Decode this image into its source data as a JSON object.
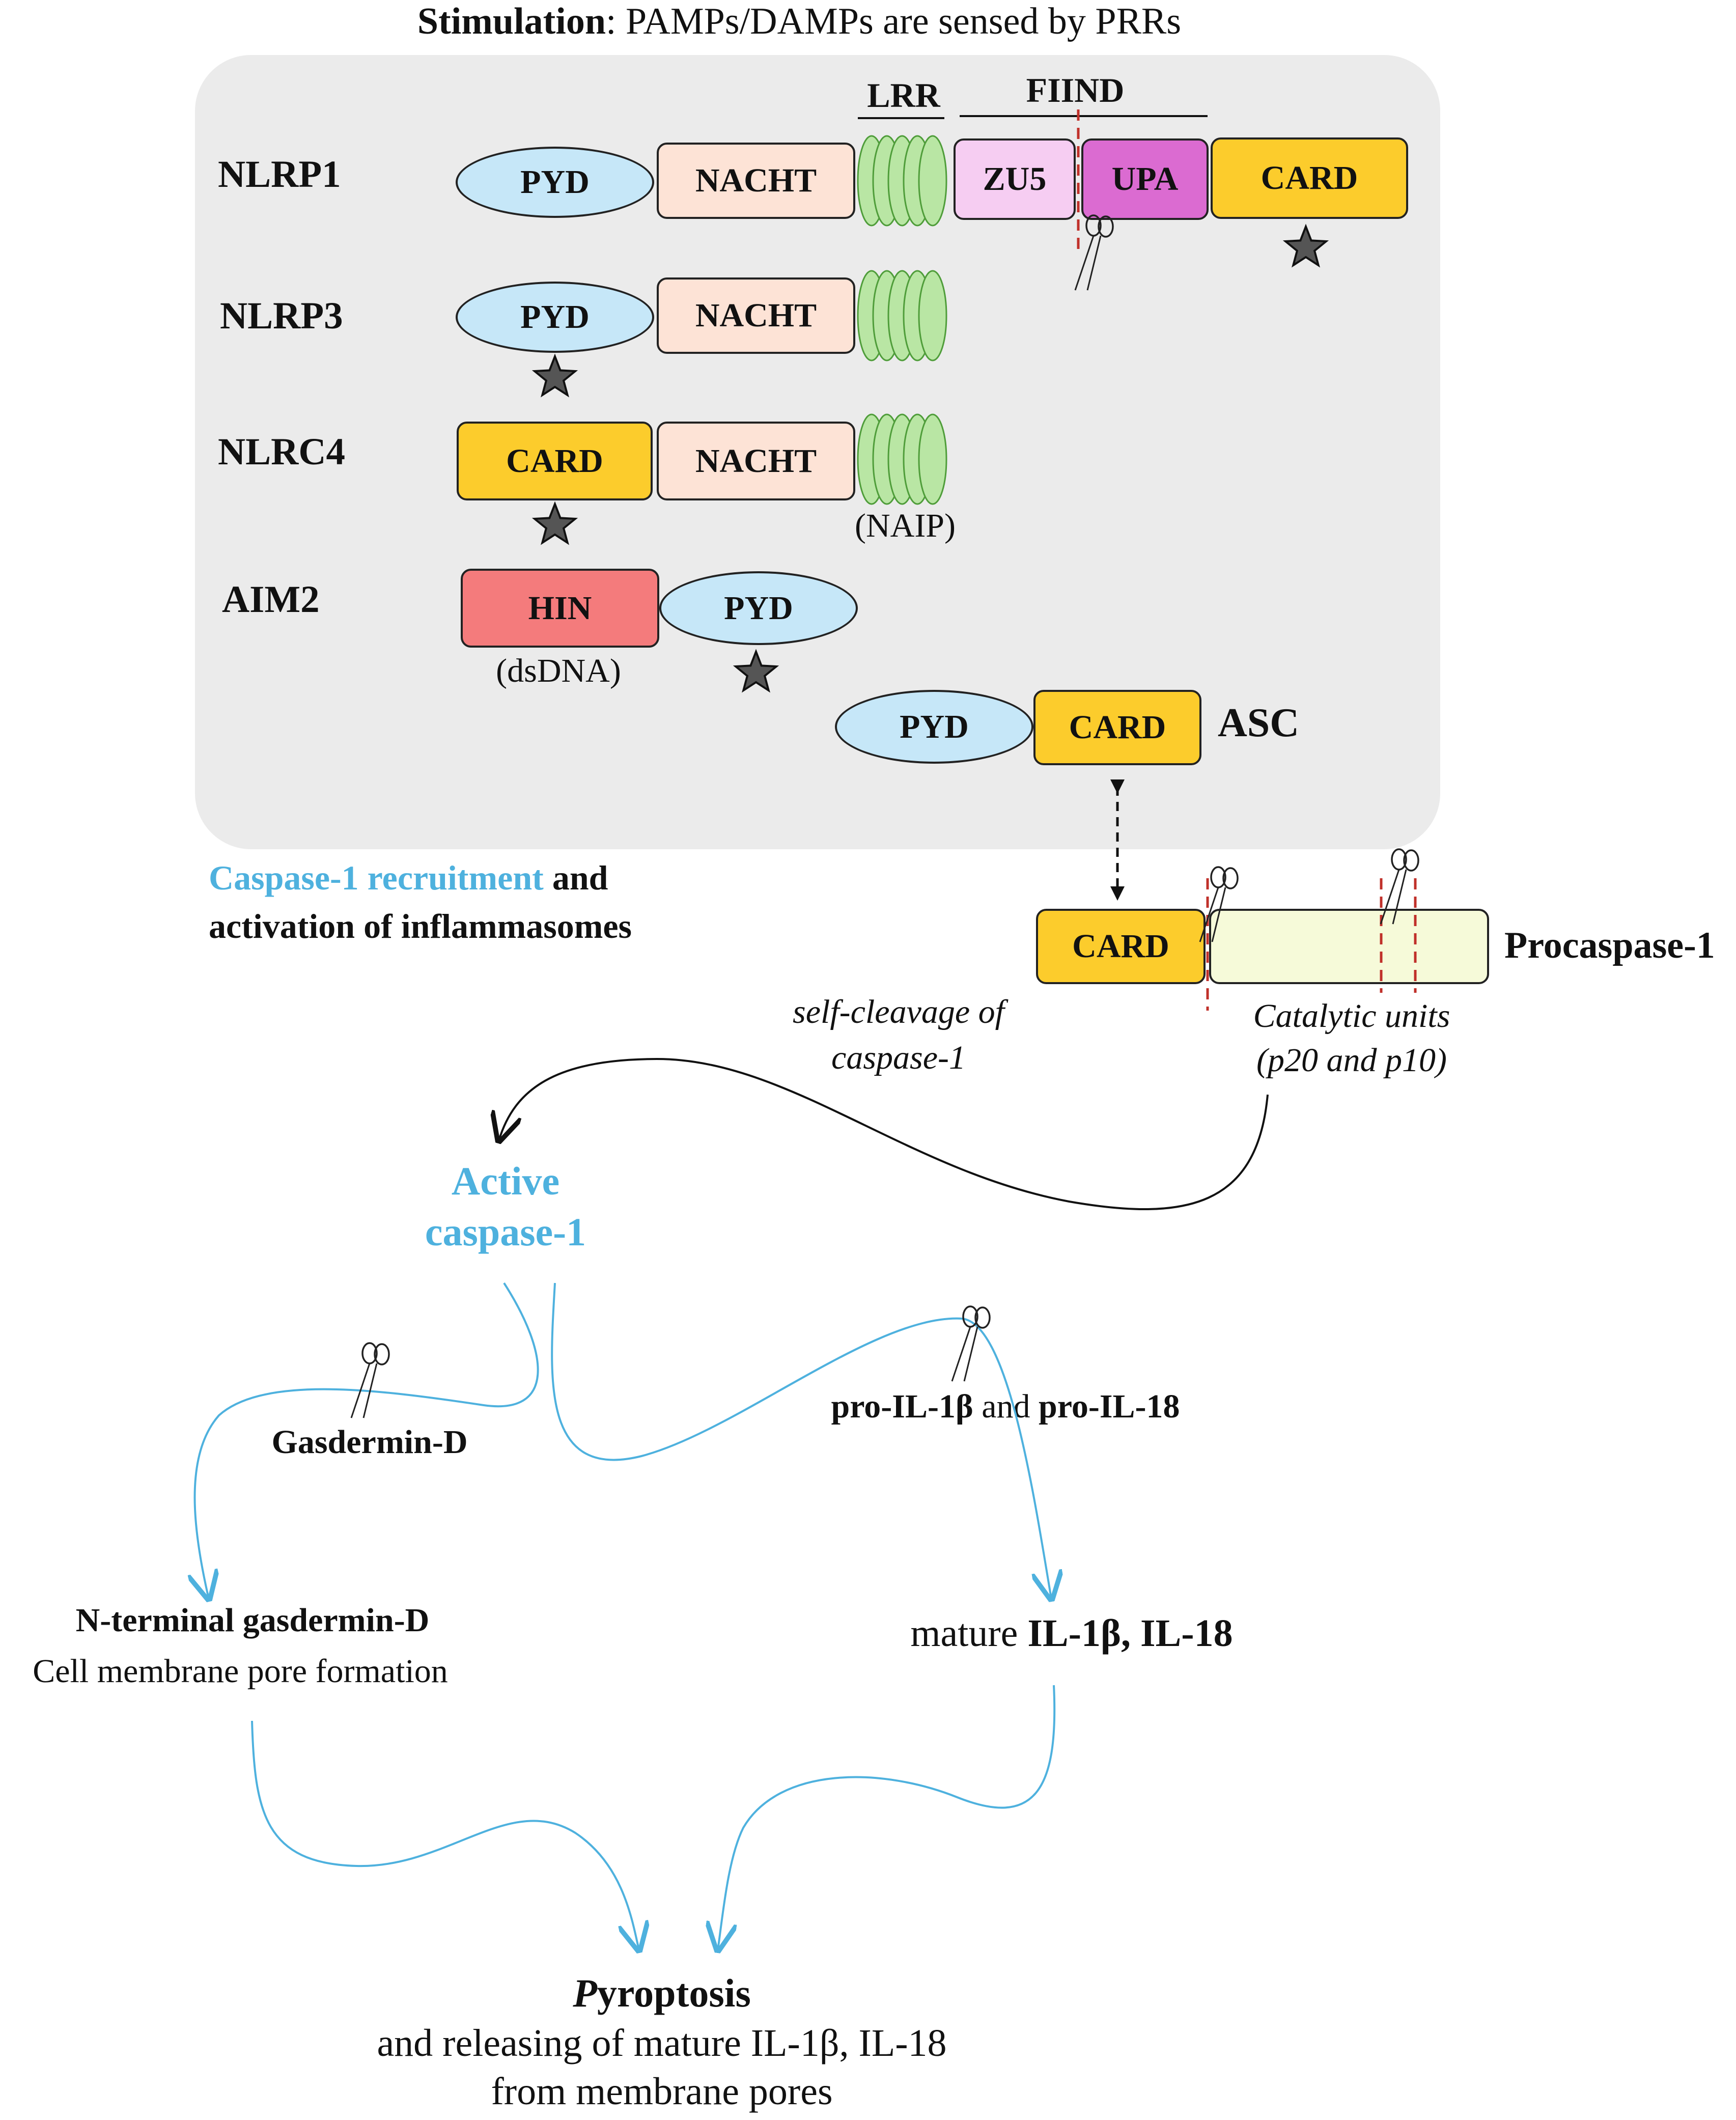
{
  "title": {
    "bold": "Stimulation",
    "rest": ": PAMPs/DAMPs are sensed by PRRs"
  },
  "headers": {
    "lrr": "LRR",
    "fiind": "FIIND"
  },
  "sensors": {
    "nlrp1": {
      "label": "NLRP1",
      "pyd": "PYD",
      "nacht": "NACHT",
      "zu5": "ZU5",
      "upa": "UPA",
      "card": "CARD"
    },
    "nlrp3": {
      "label": "NLRP3",
      "pyd": "PYD",
      "nacht": "NACHT"
    },
    "nlrc4": {
      "label": "NLRC4",
      "card": "CARD",
      "nacht": "NACHT",
      "note": "(NAIP)"
    },
    "aim2": {
      "label": "AIM2",
      "hin": "HIN",
      "pyd": "PYD",
      "note": "(dsDNA)"
    }
  },
  "asc": {
    "label": "ASC",
    "pyd": "PYD",
    "card": "CARD"
  },
  "recruitment": {
    "highlight": "Caspase-1 recruitment",
    "rest": " and",
    "line2": "activation of inflammasomes"
  },
  "procaspase": {
    "label": "Procaspase-1",
    "card": "CARD",
    "units_line1": "Catalytic units",
    "units_line2": "(p20 and p10)"
  },
  "self_cleavage": {
    "line1": "self-cleavage of",
    "line2": "caspase-1"
  },
  "active": {
    "line1": "Active",
    "line2": "caspase-1"
  },
  "gasdermin": "Gasdermin-D",
  "pro_il": {
    "a": "pro-IL-1β",
    "mid": " and ",
    "b": "pro-IL-18"
  },
  "n_terminal": {
    "line1": "N-terminal gasdermin-D",
    "line2": "Cell membrane pore formation"
  },
  "mature": {
    "prefix": "mature ",
    "bold": "IL-1β, IL-18"
  },
  "pyroptosis": {
    "first": "P",
    "rest": "yroptosis",
    "line2": "and releasing of mature IL-1β, IL-18",
    "line3": "from membrane pores"
  },
  "colors": {
    "accent_blue": "#4eb1de",
    "card": "#fccc2c",
    "pyd": "#c6e7f8",
    "nacht": "#fde3d6",
    "upa": "#db6bd1",
    "zu5": "#f6cdf2",
    "hin": "#f47b7c",
    "lrr": "#b9e6a4",
    "cleavage_line": "#c0302a",
    "panel": "#ebebeb"
  }
}
